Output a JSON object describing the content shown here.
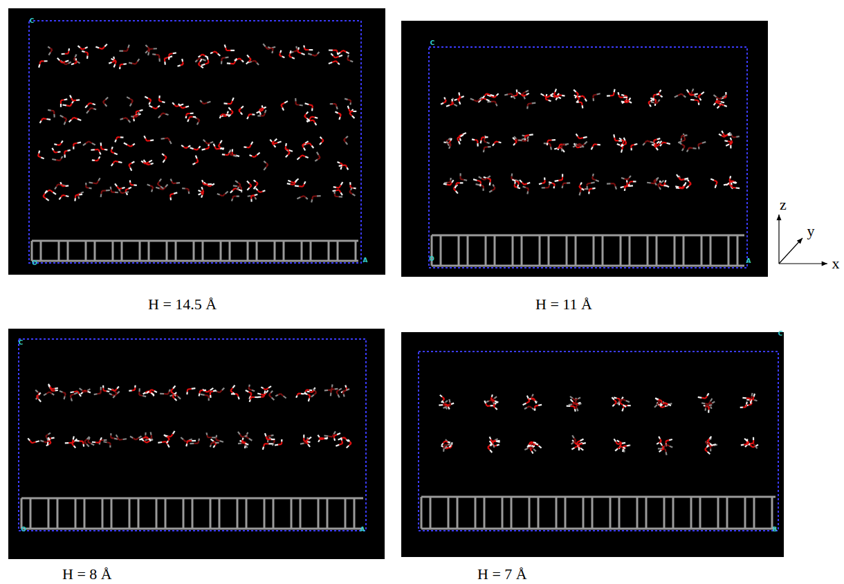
{
  "diagram": {
    "labels": [
      "C",
      "O",
      "A",
      "C",
      "O",
      "A",
      "z",
      "y",
      "x",
      "H = 14.5 Å",
      "H = 11 Å",
      "C",
      "O",
      "A",
      "C",
      "B",
      "H = 8 Å",
      "H = 7 Å"
    ]
  }
}
